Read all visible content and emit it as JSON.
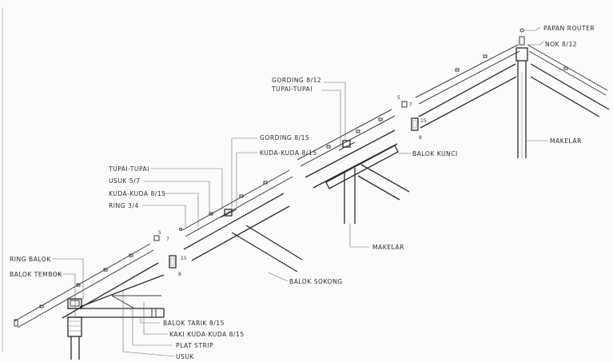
{
  "labels": {
    "papan_router": "PAPAN ROUTER",
    "nok": "NOK 8/12",
    "gording_812": "GORDING 8/12",
    "tupai_tupai_right": "TUPAI-TUPAI",
    "gording_815": "GORDING 8/15",
    "kuda_kuda_815_right": "KUDA-KUDA 8/15",
    "balok_kunci": "BALOK KUNCI",
    "makelar_right": "MAKELAR",
    "tupai_tupai_left": "TUPAI-TUPAI",
    "usuk_57": "USUK 5/7",
    "kuda_kuda_815_left": "KUDA-KUDA 8/15",
    "ring_34": "RING 3/4",
    "makelar_mid": "MAKELAR",
    "ring_balok": "RING BALOK",
    "balok_tembok": "BALOK TEMBOK",
    "balok_sokong": "BALOK SOKONG",
    "balok_tarik": "BALOK TARIK 8/15",
    "kaki_kuda_kuda": "KAKI KUDA-KUDA 8/15",
    "plat_strip": "PLAT STRIP",
    "usuk_bottom": "USUK"
  },
  "dimensions": {
    "left_5": "5",
    "left_7": "7",
    "left_15": "15",
    "left_8": "8",
    "right_5": "5",
    "right_7": "7",
    "right_15": "15",
    "right_8": "8"
  }
}
